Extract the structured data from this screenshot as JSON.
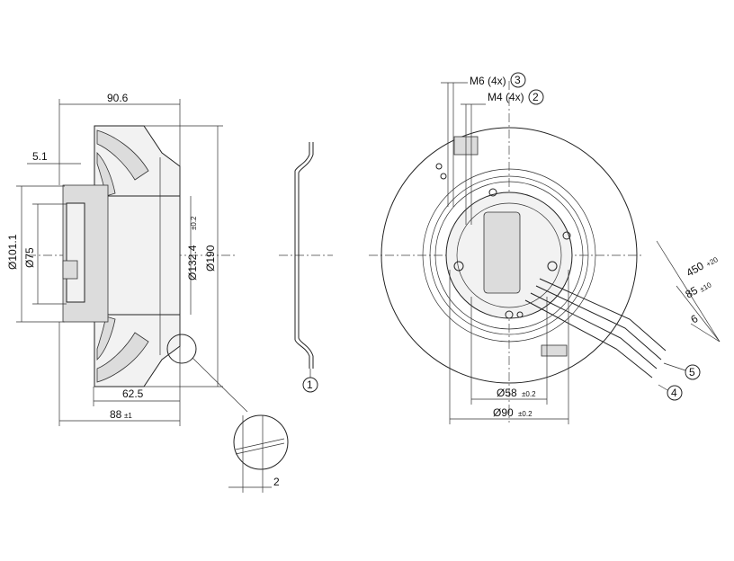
{
  "side_view": {
    "dim_width_total": "90.6",
    "dim_offset": "5.1",
    "dim_d_101": "Ø101.1",
    "dim_d_75": "Ø75",
    "dim_d_132": "Ø132.4",
    "dim_d_132_tol": "±0.2",
    "dim_d_190": "Ø190",
    "dim_62": "62.5",
    "dim_88": "88",
    "dim_88_tol": "±1"
  },
  "detail": {
    "dim_2": "2",
    "callout_1": "1"
  },
  "front_view": {
    "m6_label": "M6 (4x)",
    "m6_callout": "3",
    "m4_label": "M4 (4x)",
    "m4_callout": "2",
    "dim_d58": "Ø58",
    "dim_d58_tol": "±0.2",
    "dim_d90": "Ø90",
    "dim_d90_tol": "±0.2",
    "cable_450": "450",
    "cable_450_tol": "+20",
    "cable_85": "85",
    "cable_85_tol": "±10",
    "cable_6": "6",
    "callout_5": "5",
    "callout_4": "4"
  }
}
